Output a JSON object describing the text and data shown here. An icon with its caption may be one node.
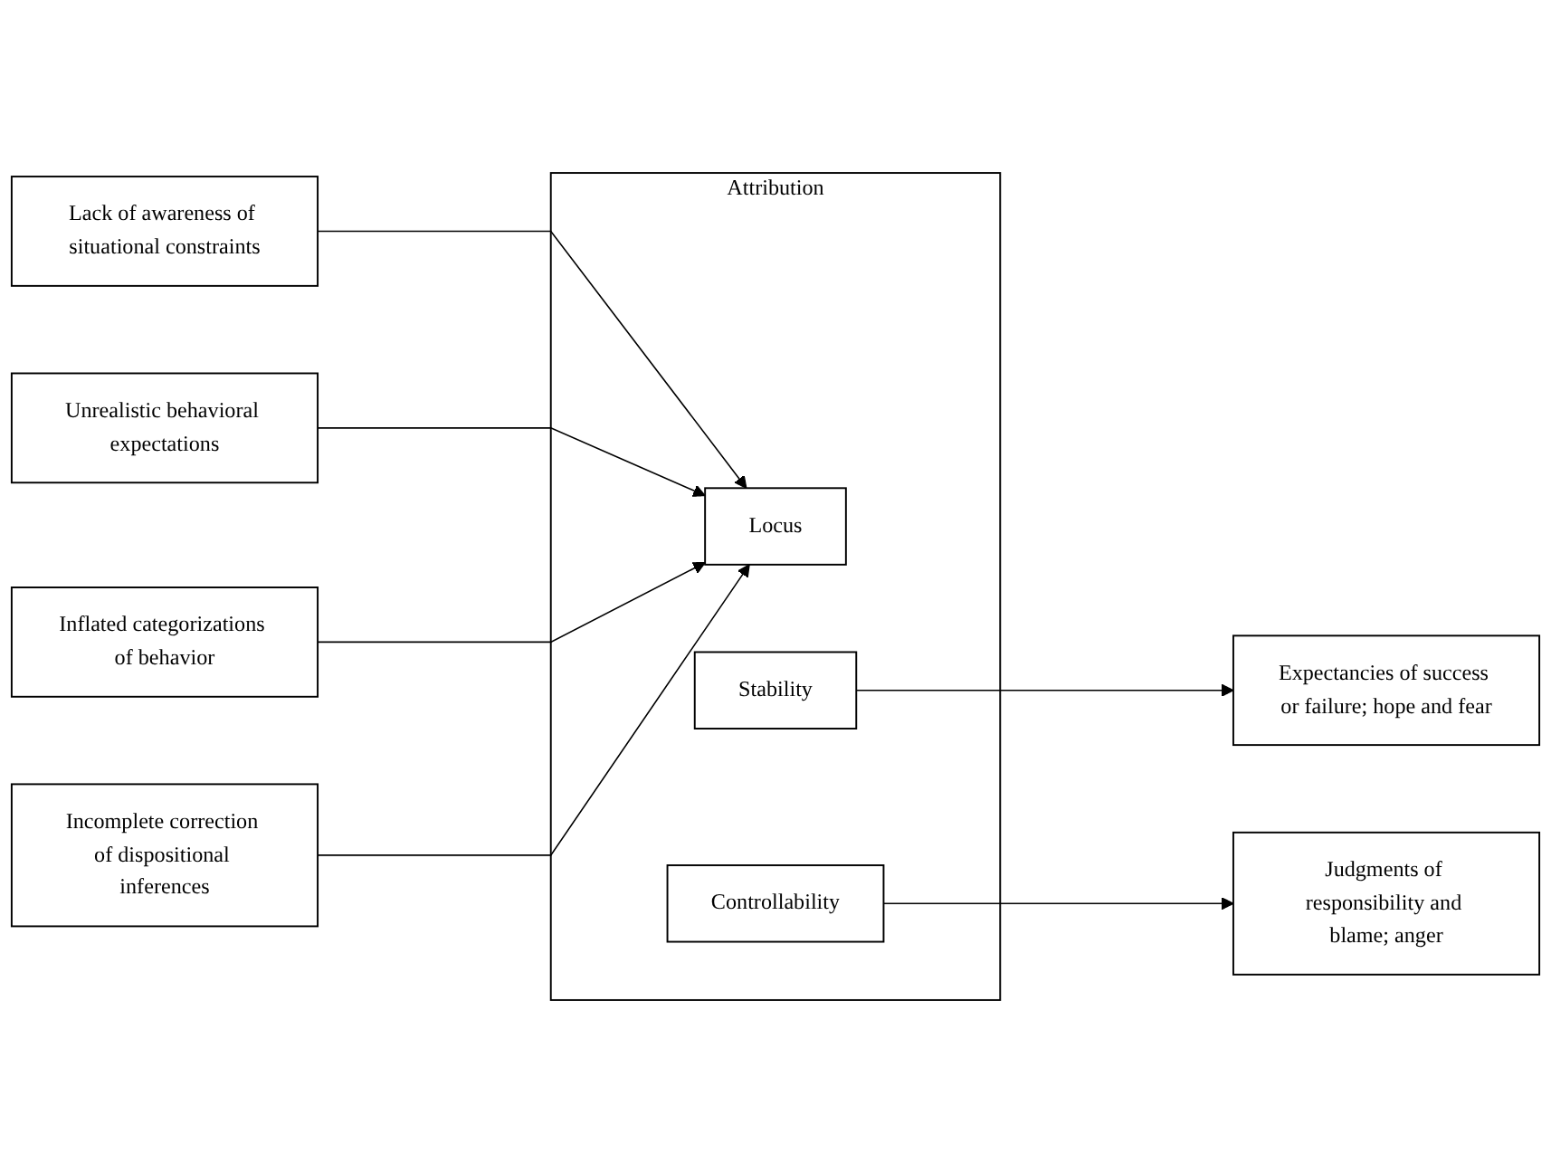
{
  "diagram": {
    "nodes": [
      {
        "text": [
          "Lack of awareness of situational constraints"
        ]
      },
      {
        "text": [
          "Unrealistic behavioral expectations"
        ]
      },
      {
        "text": [
          "Inflated categorizations of behavior"
        ]
      },
      {
        "text": [
          "Incomplete correction of dispositional inferences"
        ]
      },
      {
        "text": [
          "Attribution"
        ]
      },
      {
        "text": [
          "Locus"
        ],
        "in": 4
      },
      {
        "text": [
          "Stability"
        ],
        "in": 4
      },
      {
        "text": [
          "Controllability"
        ],
        "in": 4
      },
      {
        "text": [
          "Expectancies of success or failure; hope and fear"
        ]
      },
      {
        "text": [
          "Judgments of responsibility and blame; anger"
        ]
      }
    ],
    "edges": [
      {
        "from": 0,
        "to": 5,
        "arrow": "to"
      },
      {
        "from": 1,
        "to": 5,
        "arrow": "to"
      },
      {
        "from": 2,
        "to": 5,
        "arrow": "to"
      },
      {
        "from": 3,
        "to": 5,
        "arrow": "to"
      },
      {
        "from": 6,
        "to": 8,
        "arrow": "to"
      },
      {
        "from": 7,
        "to": 9,
        "arrow": "to"
      }
    ]
  }
}
